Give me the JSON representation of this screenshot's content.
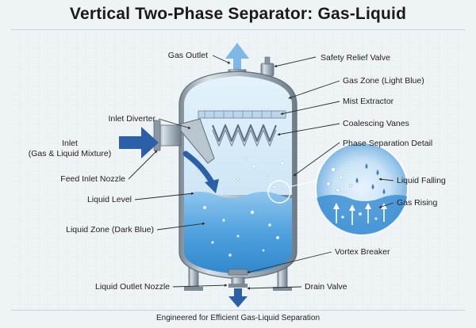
{
  "title": "Vertical Two-Phase Separator: Gas-Liquid",
  "footer": "Engineered for Efficient Gas-Liquid Separation",
  "labels": {
    "gas_outlet": "Gas Outlet",
    "safety_relief_valve": "Safety Relief Valve",
    "gas_zone": "Gas Zone (Light Blue)",
    "mist_extractor": "Mist Extractor",
    "coalescing_vanes": "Coalescing Vanes",
    "phase_separation_detail": "Phase Separation Detail",
    "inlet_diverter": "Inlet Diverter",
    "inlet_line1": "Inlet",
    "inlet_line2": "(Gas & Liquid Mixture)",
    "feed_inlet_nozzle": "Feed Inlet Nozzle",
    "liquid_level": "Liquid Level",
    "liquid_zone": "Liquid Zone (Dark Blue)",
    "vortex_breaker": "Vortex Breaker",
    "liquid_outlet_nozzle": "Liquid Outlet Nozzle",
    "drain_valve": "Drain Valve",
    "liquid_falling": "Liquid Falling",
    "gas_rising": "Gas Rising"
  },
  "colors": {
    "gas_zone": "#dbeefa",
    "liquid_zone": "#3d93d6",
    "arrow_blue": "#2b5fa8",
    "vessel_steel": "#9aa9b5"
  }
}
